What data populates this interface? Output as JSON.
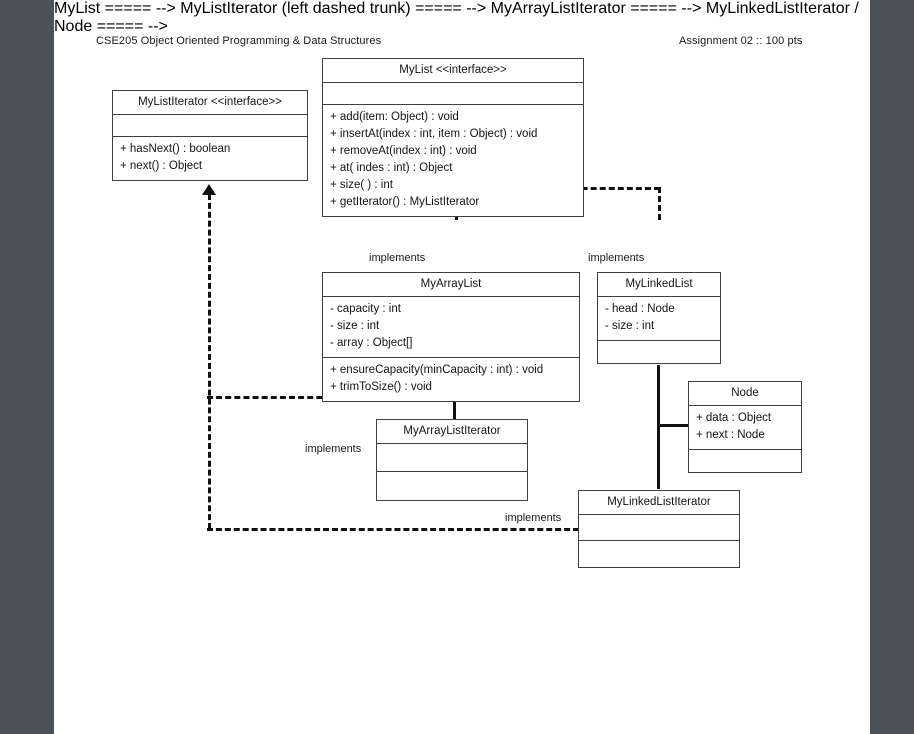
{
  "page": {
    "background_color": "#4d5256",
    "paper_color": "#ffffff"
  },
  "header": {
    "course": "CSE205 Object Oriented Programming & Data Structures",
    "assignment": "Assignment 02 :: 100 pts"
  },
  "diagram": {
    "type": "uml-class-diagram",
    "classes": [
      {
        "id": "mylist",
        "title": "MyList <<interface>>",
        "attributes": [],
        "methods": [
          "+ add(item: Object) : void",
          "+ insertAt(index : int, item : Object) : void",
          "+ removeAt(index : int) : void",
          "+ at( indes : int) : Object",
          "+ size( ) : int",
          "+ getIterator() : MyListIterator"
        ]
      },
      {
        "id": "mylistiterator",
        "title": "MyListIterator <<interface>>",
        "attributes": [],
        "methods": [
          "+ hasNext() : boolean",
          "+ next() : Object"
        ]
      },
      {
        "id": "myarraylist",
        "title": "MyArrayList",
        "attributes": [
          "- capacity : int",
          "- size : int",
          "- array : Object[]"
        ],
        "methods": [
          "+ ensureCapacity(minCapacity : int) : void",
          "+ trimToSize() : void"
        ]
      },
      {
        "id": "mylinkedlist",
        "title": "MyLinkedList",
        "attributes": [
          "- head : Node",
          "- size : int"
        ],
        "methods": []
      },
      {
        "id": "node",
        "title": "Node",
        "attributes": [
          "+ data : Object",
          "+ next : Node"
        ],
        "methods": []
      },
      {
        "id": "myarraylistiterator",
        "title": "MyArrayListIterator",
        "attributes": [],
        "methods": []
      },
      {
        "id": "mylinkedlistiterator",
        "title": "MyLinkedListIterator",
        "attributes": [],
        "methods": []
      }
    ],
    "relationships": [
      {
        "id": "rel1",
        "label": "implements",
        "from": "myarraylist",
        "to": "mylist",
        "style": "dashed"
      },
      {
        "id": "rel2",
        "label": "implements",
        "from": "mylinkedlist",
        "to": "mylist",
        "style": "dashed"
      },
      {
        "id": "rel3",
        "label": "implements",
        "from": "myarraylistiterator",
        "to": "mylistiterator",
        "style": "dashed"
      },
      {
        "id": "rel4",
        "label": "implements",
        "from": "mylinkedlistiterator",
        "to": "mylistiterator",
        "style": "dashed"
      }
    ]
  }
}
